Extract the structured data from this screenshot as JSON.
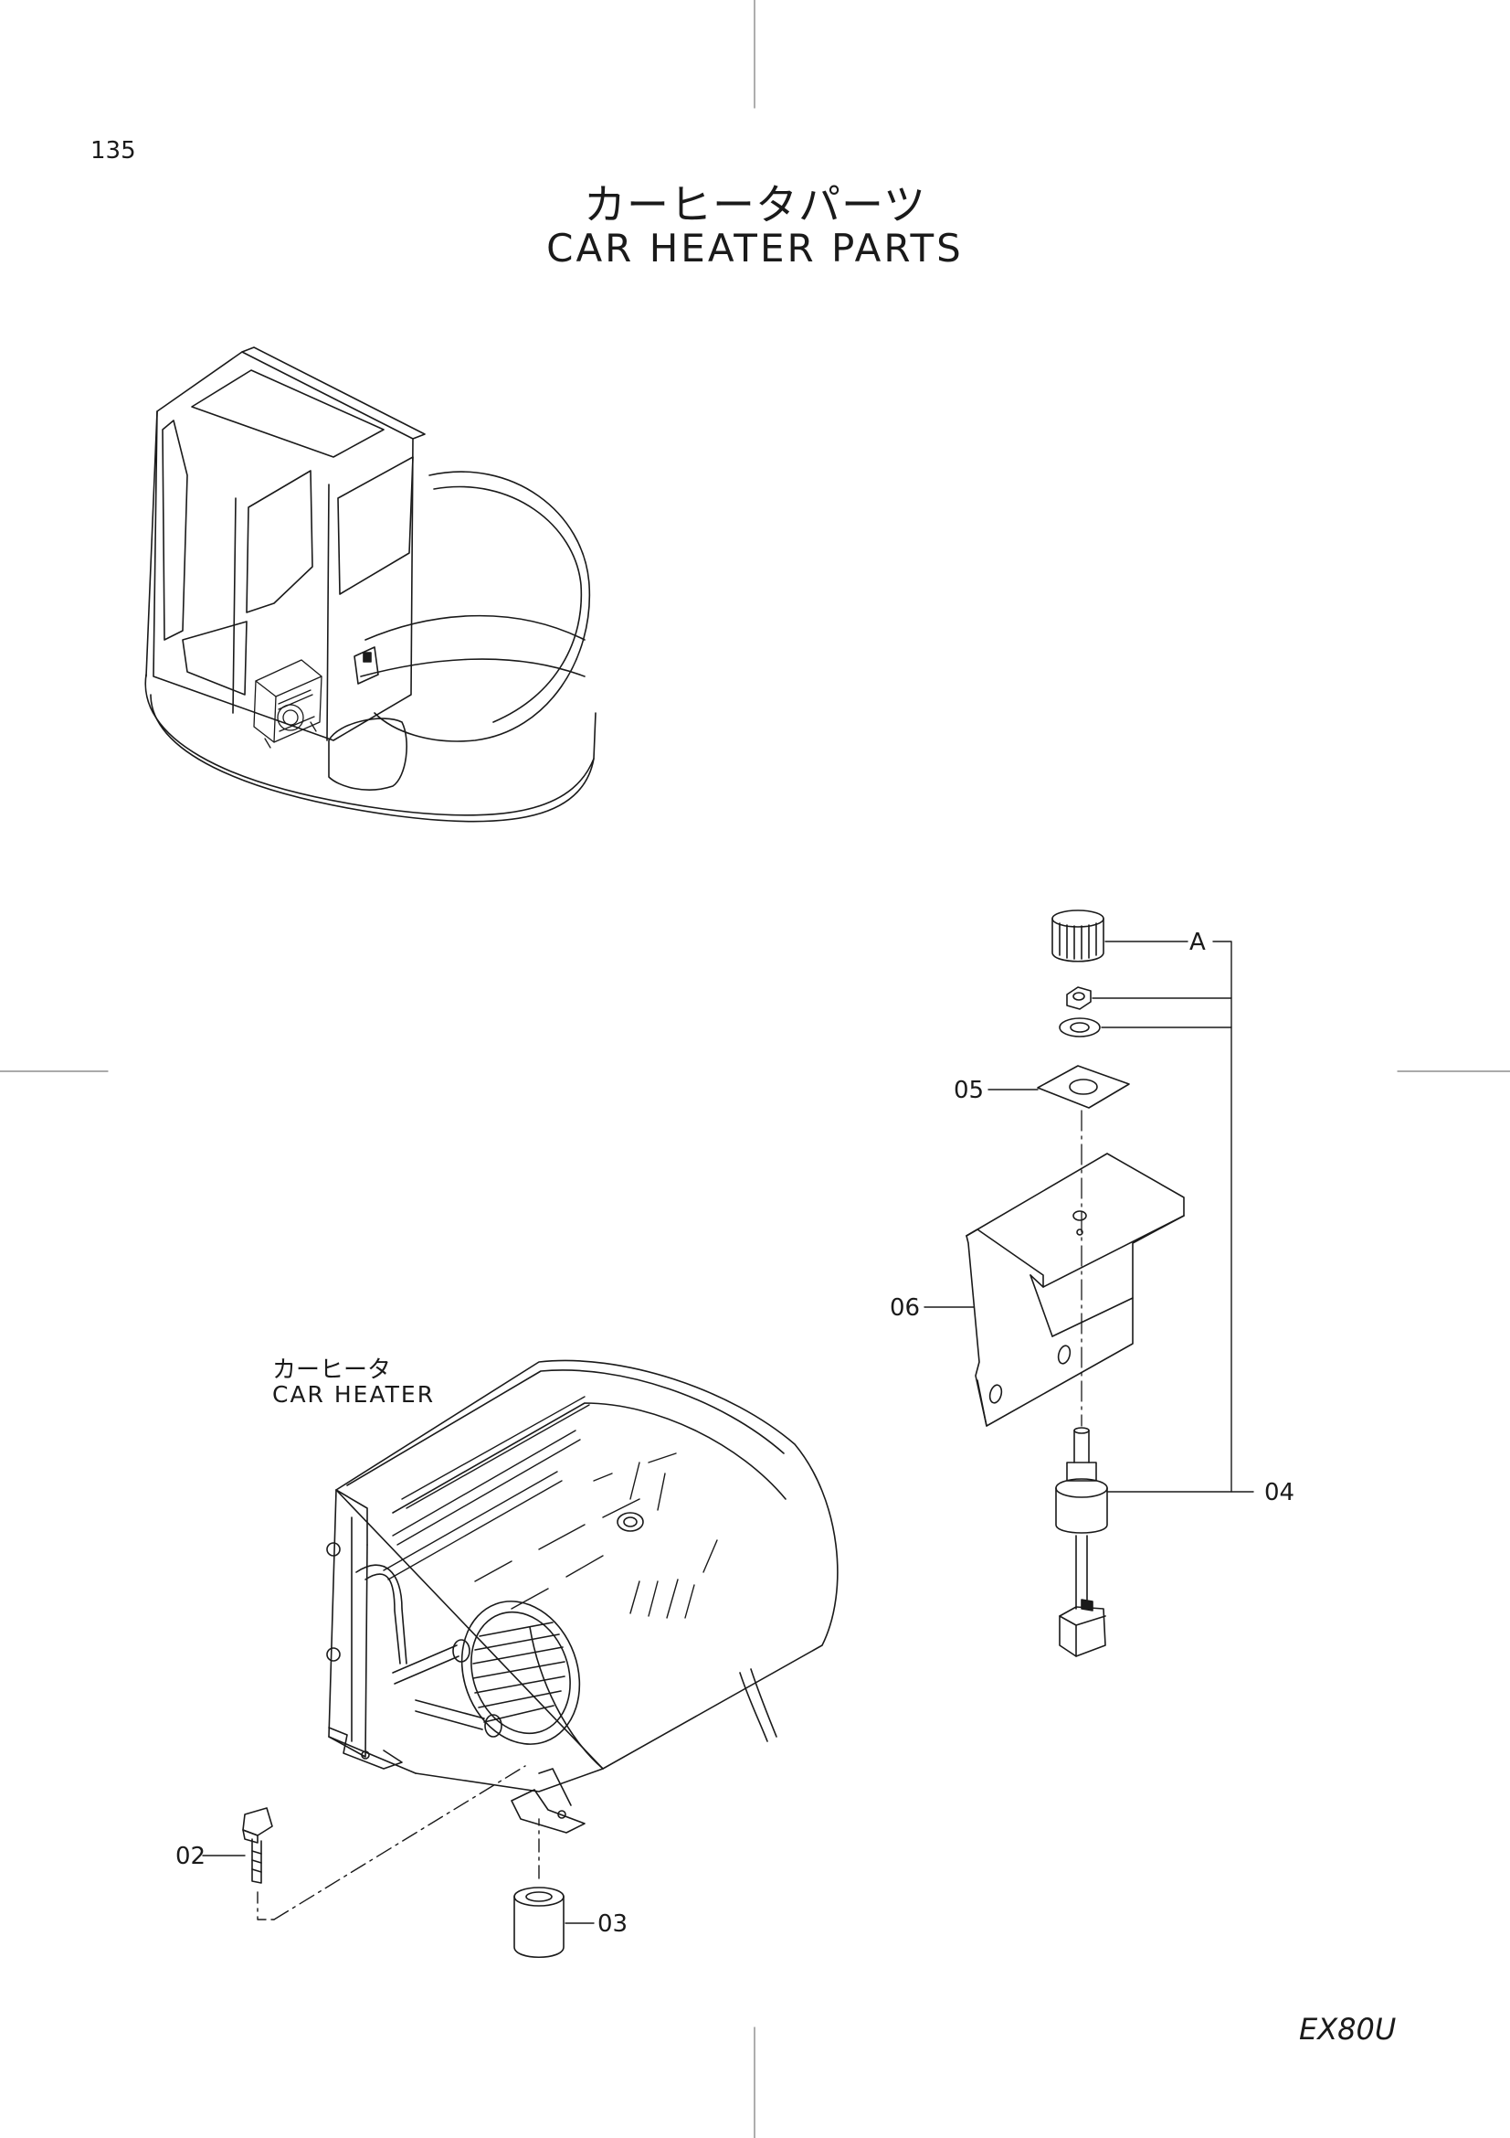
{
  "page": {
    "number": "135",
    "title_jp": "カーヒータパーツ",
    "title_en": "CAR HEATER PARTS",
    "subtitle_jp": "カーヒータ",
    "subtitle_en": "CAR HEATER",
    "model": "EX80U"
  },
  "callouts": {
    "a": "A",
    "p02": "02",
    "p03": "03",
    "p04": "04",
    "p05": "05",
    "p06": "06"
  }
}
